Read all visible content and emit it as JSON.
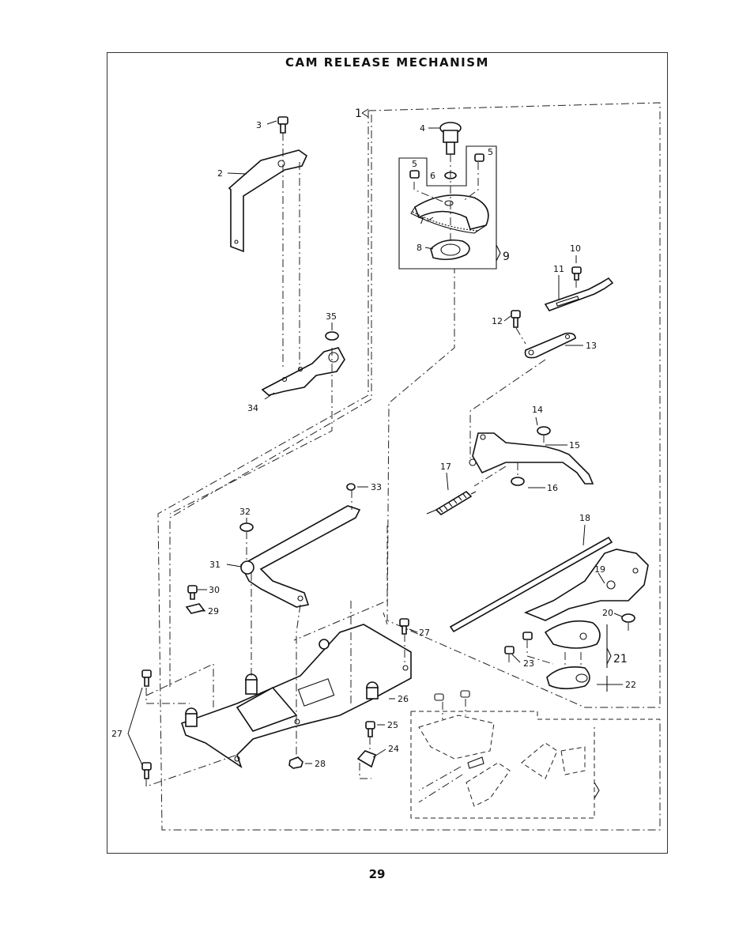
{
  "title": "CAM RELEASE MECHANISM",
  "page_number": "29",
  "assembly_refs": {
    "main": "1",
    "cam_group": "9",
    "plate_group": "21"
  },
  "callouts": {
    "c2": "2",
    "c3": "3",
    "c4": "4",
    "c5a": "5",
    "c5b": "5",
    "c6": "6",
    "c7": "7",
    "c8": "8",
    "c10": "10",
    "c11": "11",
    "c12": "12",
    "c13": "13",
    "c14": "14",
    "c15": "15",
    "c16": "16",
    "c17": "17",
    "c18": "18",
    "c19": "19",
    "c20": "20",
    "c22": "22",
    "c23": "23",
    "c24": "24",
    "c25": "25",
    "c26": "26",
    "c27a": "27",
    "c27b": "27",
    "c28": "28",
    "c29": "29",
    "c30": "30",
    "c31": "31",
    "c32": "32",
    "c33": "33",
    "c34": "34",
    "c35": "35"
  }
}
